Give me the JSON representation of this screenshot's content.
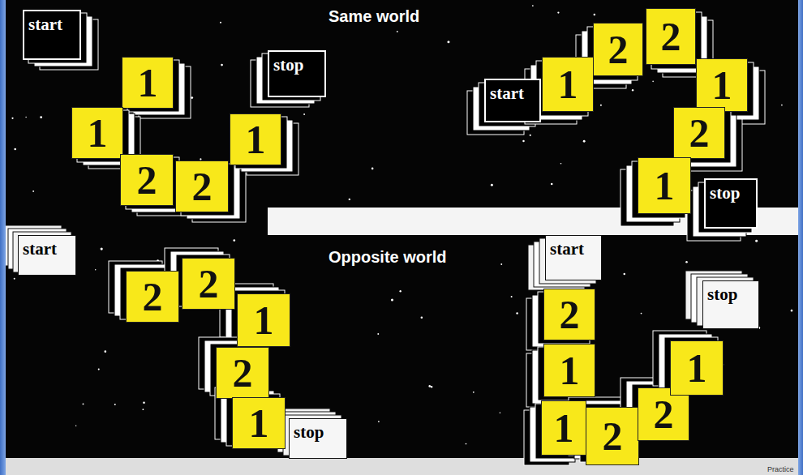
{
  "diagram": {
    "nodes": [
      {
        "text": [
          "start"
        ]
      },
      {
        "text": [
          "1"
        ]
      },
      {
        "text": [
          "1"
        ]
      },
      {
        "text": [
          "2"
        ]
      },
      {
        "text": [
          "2"
        ]
      },
      {
        "text": [
          "1"
        ]
      },
      {
        "text": [
          "stop"
        ]
      },
      {
        "text": [
          "start"
        ]
      },
      {
        "text": [
          "1"
        ]
      },
      {
        "text": [
          "2"
        ]
      },
      {
        "text": [
          "2"
        ]
      },
      {
        "text": [
          "1"
        ]
      },
      {
        "text": [
          "2"
        ]
      },
      {
        "text": [
          "1"
        ]
      },
      {
        "text": [
          "stop"
        ]
      },
      {
        "text": [
          "start"
        ]
      },
      {
        "text": [
          "2"
        ]
      },
      {
        "text": [
          "2"
        ]
      },
      {
        "text": [
          "1"
        ]
      },
      {
        "text": [
          "2"
        ]
      },
      {
        "text": [
          "1"
        ]
      },
      {
        "text": [
          "stop"
        ]
      },
      {
        "text": [
          "start"
        ]
      },
      {
        "text": [
          "2"
        ]
      },
      {
        "text": [
          "1"
        ]
      },
      {
        "text": [
          "1"
        ]
      },
      {
        "text": [
          "2"
        ]
      },
      {
        "text": [
          "2"
        ]
      },
      {
        "text": [
          "1"
        ]
      },
      {
        "text": [
          "stop"
        ]
      }
    ],
    "labels": [
      "Same world",
      "Opposite world",
      "Practice"
    ]
  }
}
